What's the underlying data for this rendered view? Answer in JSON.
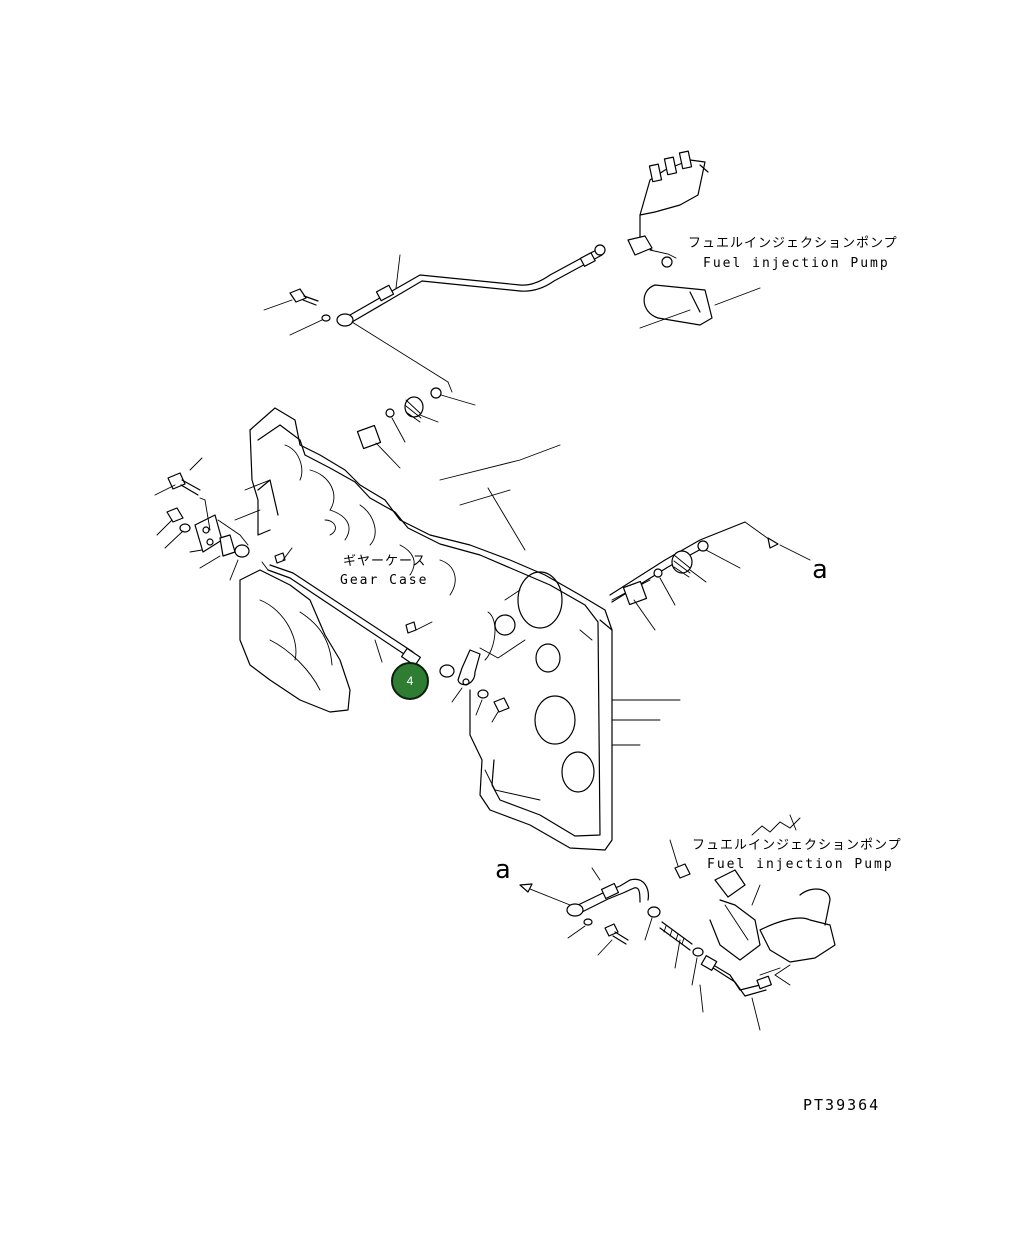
{
  "labels": {
    "pump_top_jp": "フュエルインジェクションポンプ",
    "pump_top_en": "Fuel injection Pump",
    "gear_case_jp": "ギヤーケース",
    "gear_case_en": "Gear Case",
    "pump_bottom_jp": "フュエルインジェクションポンプ",
    "pump_bottom_en": "Fuel injection Pump"
  },
  "references": {
    "a_right": "a",
    "a_left": "a"
  },
  "callout": {
    "number": "4",
    "color": "#2e7d32"
  },
  "drawing_number": "PT39364"
}
